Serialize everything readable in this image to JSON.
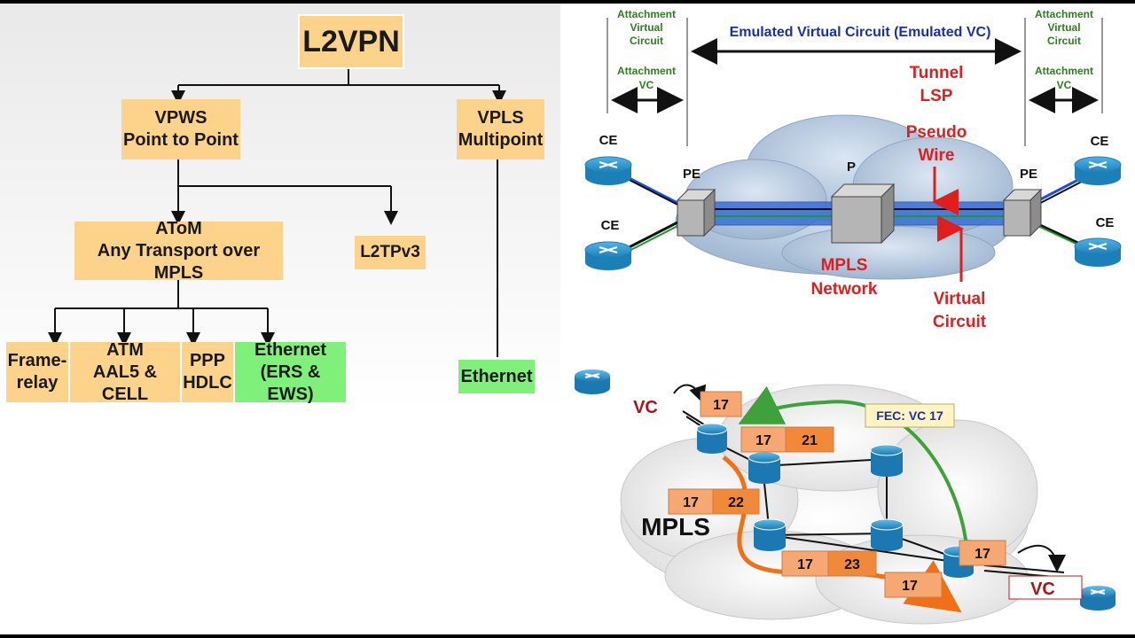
{
  "tree": {
    "root": "L2VPN",
    "vpws": "VPWS\nPoint to Point",
    "vpls": "VPLS\nMultipoint",
    "atom": "AToM\nAny Transport over MPLS",
    "l2tpv3": "L2TPv3",
    "frame_relay": "Frame-\nrelay",
    "atm": "ATM\nAAL5 & CELL",
    "ppp": "PPP\nHDLC",
    "ethernet_atom": "Ethernet\n(ERS & EWS)",
    "ethernet_vpls": "Ethernet"
  },
  "top_diagram": {
    "attach_vc_circuit": [
      "Attachment",
      "Virtual",
      "Circuit"
    ],
    "attach_vc": [
      "Attachment",
      "VC"
    ],
    "emulated_vc": "Emulated Virtual Circuit (Emulated VC)",
    "tunnel_lsp": [
      "Tunnel",
      "LSP"
    ],
    "pseudo_wire": [
      "Pseudo",
      "Wire"
    ],
    "virtual_circuit": [
      "Virtual",
      "Circuit"
    ],
    "mpls_network": [
      "MPLS",
      "Network"
    ],
    "ce": "CE",
    "pe": "PE",
    "p": "P",
    "colors": {
      "green_text": "#2e7d1f",
      "blue_text": "#1a2fb0",
      "red_text": "#e01e1e"
    }
  },
  "bottom_diagram": {
    "vc_left": "VC",
    "vc_right": "VC",
    "fec": "FEC: VC 17",
    "mpls": "MPLS",
    "labels": {
      "l17_top": "17",
      "l17_a": "17",
      "l21": "21",
      "l17_b": "17",
      "l22": "22",
      "l17_c": "17",
      "l23": "23",
      "l17_d": "17",
      "l17_e": "17"
    }
  }
}
